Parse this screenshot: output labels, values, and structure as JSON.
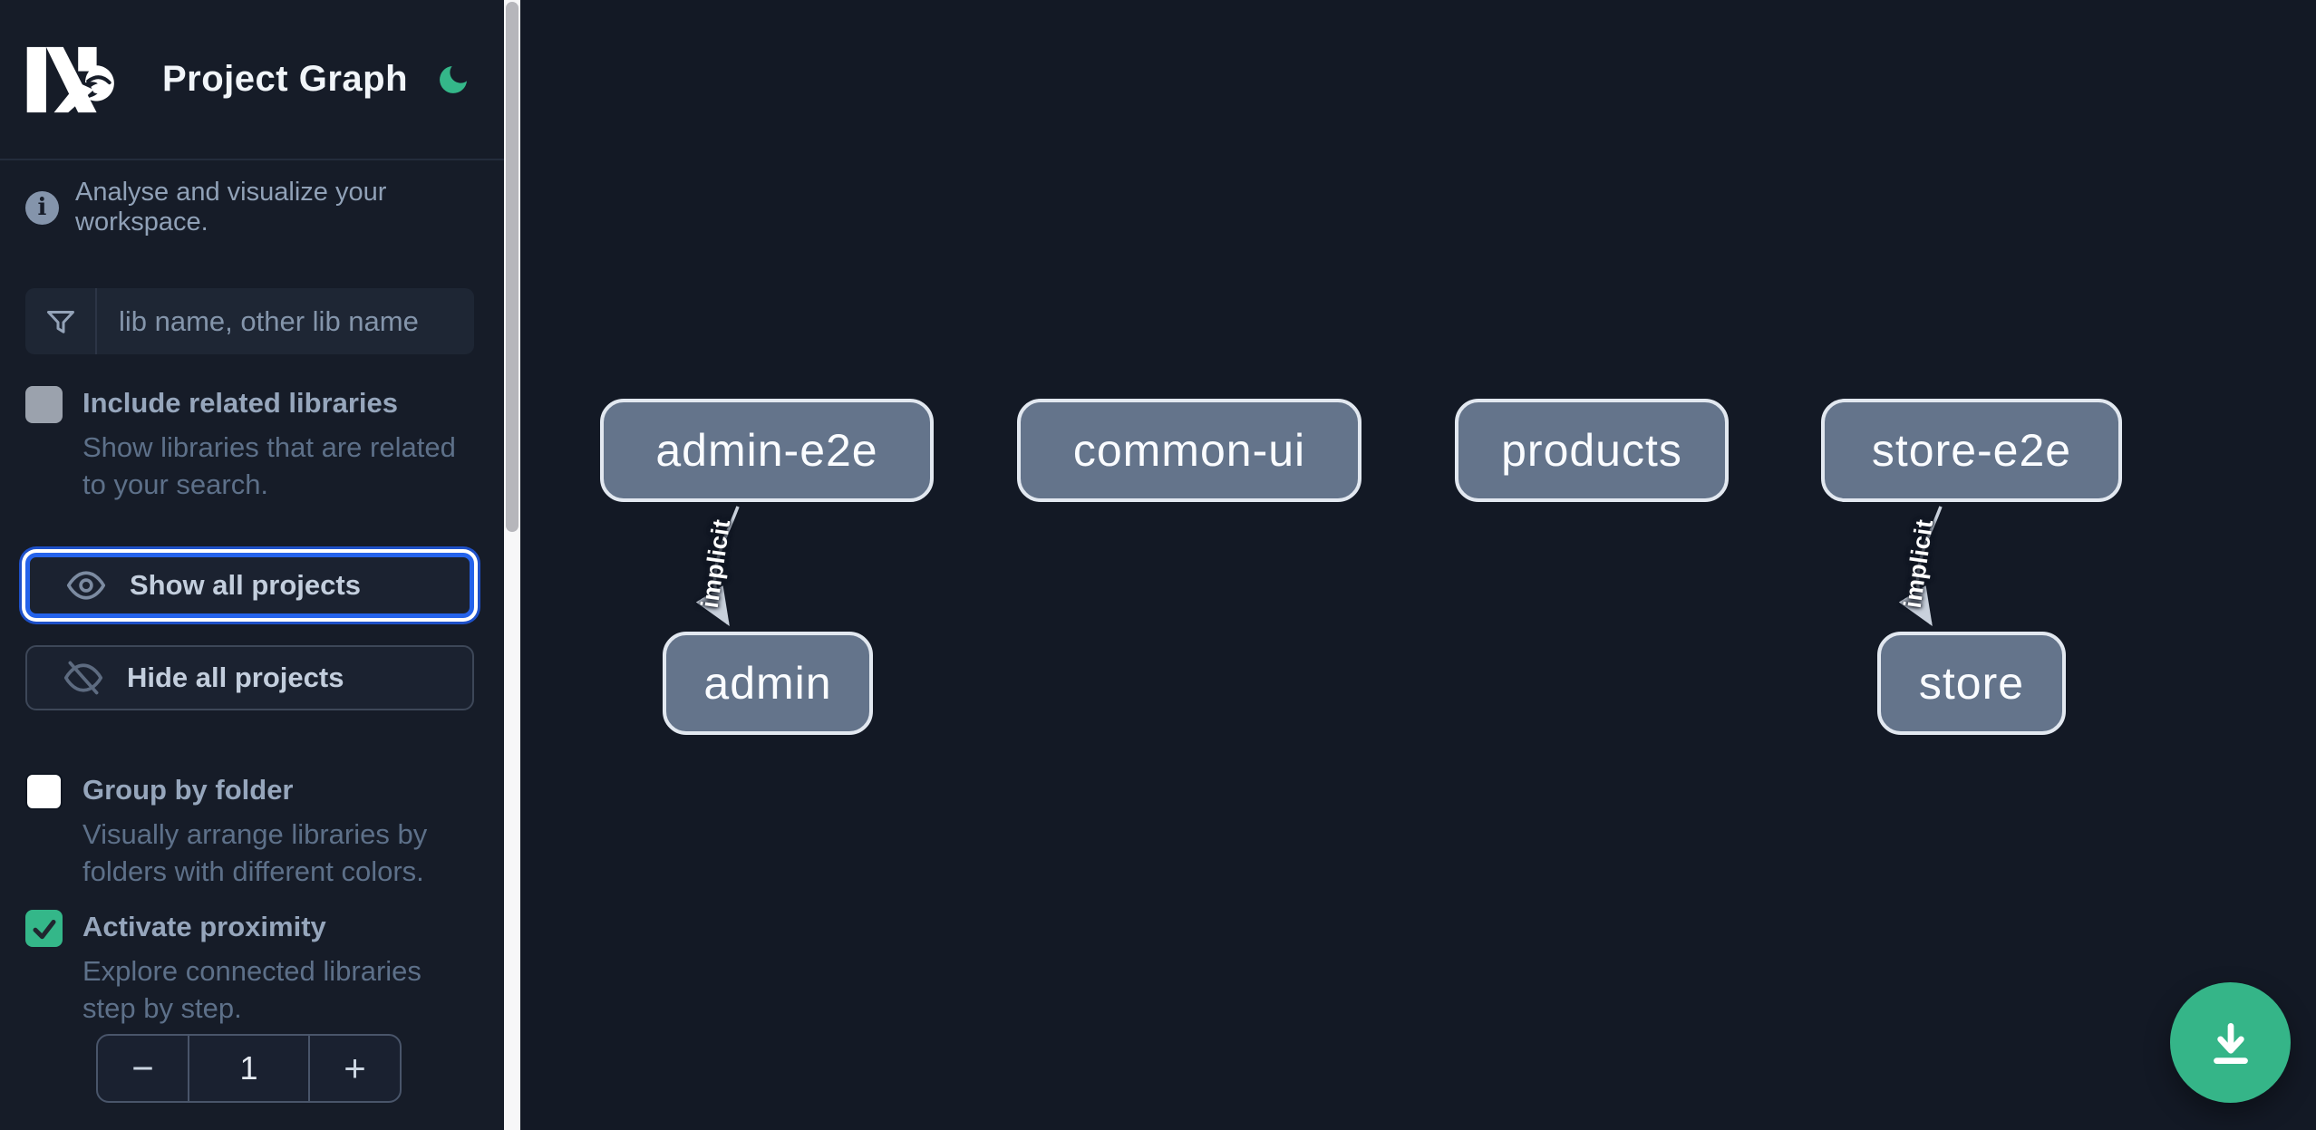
{
  "header": {
    "title": "Project Graph"
  },
  "sidebar": {
    "tagline": "Analyse and visualize your workspace.",
    "search": {
      "placeholder": "lib name, other lib name",
      "value": ""
    },
    "include_related": {
      "label": "Include related libraries",
      "description": "Show libraries that are related to your search.",
      "checked": false
    },
    "show_all": {
      "label": "Show all projects",
      "focused": true
    },
    "hide_all": {
      "label": "Hide all projects"
    },
    "group_by_folder": {
      "label": "Group by folder",
      "description": "Visually arrange libraries by folders with different colors.",
      "checked": false
    },
    "activate_proximity": {
      "label": "Activate proximity",
      "description": "Explore connected libraries step by step.",
      "checked": true
    },
    "proximity_stepper": {
      "decrement": "−",
      "value": "1",
      "increment": "+"
    }
  },
  "graph": {
    "nodes": [
      {
        "id": "admin-e2e",
        "label": "admin-e2e"
      },
      {
        "id": "common-ui",
        "label": "common-ui"
      },
      {
        "id": "products",
        "label": "products"
      },
      {
        "id": "store-e2e",
        "label": "store-e2e"
      },
      {
        "id": "admin",
        "label": "admin"
      },
      {
        "id": "store",
        "label": "store"
      }
    ],
    "edges": [
      {
        "source": "admin-e2e",
        "target": "admin",
        "label": "implicit"
      },
      {
        "source": "store-e2e",
        "target": "store",
        "label": "implicit"
      }
    ]
  },
  "colors": {
    "accent_green": "#34b789",
    "focus_blue": "#2563eb",
    "node_fill": "#64748b",
    "node_border": "#e2e8f0",
    "edge": "#c9d1dc",
    "sidebar_bg": "#161c28",
    "canvas_bg": "#131925"
  }
}
